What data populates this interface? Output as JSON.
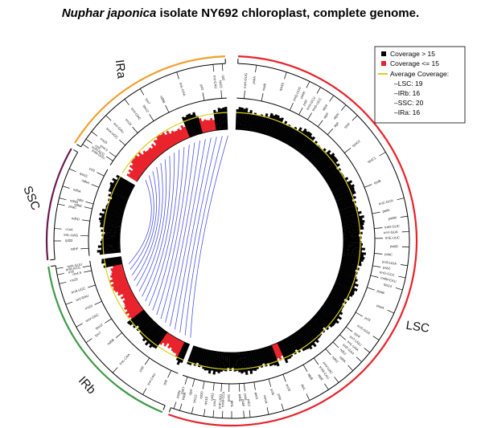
{
  "title": {
    "species": "Nuphar japonica",
    "rest": " isolate NY692 chloroplast, complete genome."
  },
  "regions": [
    {
      "name": "LSC",
      "start_deg": 2,
      "end_deg": 200,
      "color": "#e8212a"
    },
    {
      "name": "IRb",
      "start_deg": 202,
      "end_deg": 262,
      "color": "#3f9a47"
    },
    {
      "name": "SSC",
      "start_deg": 264,
      "end_deg": 300,
      "color": "#6b1a4e"
    },
    {
      "name": "IRa",
      "start_deg": 302,
      "end_deg": 358,
      "color": "#f0a030"
    }
  ],
  "legend": {
    "high_label": "Coverage > 15",
    "low_label": "Coverage <= 15",
    "avg_title": "Average Coverage:",
    "avg_items": [
      "–LSC: 19",
      "–IRb: 16",
      "–SSC: 20",
      "–IRa: 16"
    ],
    "colors": {
      "high": "#000000",
      "low": "#e8212a",
      "average": "#d8d020",
      "link": "#4a55e0"
    }
  },
  "genes": [
    {
      "name": "trnH-GUG",
      "deg": 5
    },
    {
      "name": "psbA",
      "deg": 8
    },
    {
      "name": "matK",
      "deg": 12
    },
    {
      "name": "rps16",
      "deg": 18
    },
    {
      "name": "trnQ-UUG",
      "deg": 24
    },
    {
      "name": "psbK",
      "deg": 26
    },
    {
      "name": "psbI",
      "deg": 28
    },
    {
      "name": "trnS-GCU",
      "deg": 30
    },
    {
      "name": "trnG-UCC",
      "deg": 32
    },
    {
      "name": "atpA",
      "deg": 35
    },
    {
      "name": "atpF",
      "deg": 37
    },
    {
      "name": "atpH",
      "deg": 40
    },
    {
      "name": "atpI",
      "deg": 42
    },
    {
      "name": "rps2",
      "deg": 45
    },
    {
      "name": "rpoC2",
      "deg": 52
    },
    {
      "name": "rpoC1",
      "deg": 60
    },
    {
      "name": "rpoB",
      "deg": 68
    },
    {
      "name": "trnC-GCA",
      "deg": 76
    },
    {
      "name": "petN",
      "deg": 79
    },
    {
      "name": "psbM",
      "deg": 82
    },
    {
      "name": "trnD-GUC",
      "deg": 85
    },
    {
      "name": "trnY-GUA",
      "deg": 87
    },
    {
      "name": "trnE-UUC",
      "deg": 89
    },
    {
      "name": "psbD",
      "deg": 92
    },
    {
      "name": "psbC",
      "deg": 95
    },
    {
      "name": "trnS-UGA",
      "deg": 98
    },
    {
      "name": "psbZ",
      "deg": 100
    },
    {
      "name": "trnG-GCC",
      "deg": 102
    },
    {
      "name": "trnfM-CAU",
      "deg": 104
    },
    {
      "name": "rps14",
      "deg": 106
    },
    {
      "name": "psaB",
      "deg": 109
    },
    {
      "name": "psaA",
      "deg": 114
    },
    {
      "name": "ycf3",
      "deg": 120
    },
    {
      "name": "trnS-GGA",
      "deg": 124
    },
    {
      "name": "rps4",
      "deg": 127
    },
    {
      "name": "trnT-UGU",
      "deg": 129
    },
    {
      "name": "trnL-UAA",
      "deg": 131
    },
    {
      "name": "trnF-GAA",
      "deg": 133
    },
    {
      "name": "ndhJ",
      "deg": 135
    },
    {
      "name": "ndhK",
      "deg": 137
    },
    {
      "name": "ndhC",
      "deg": 139
    },
    {
      "name": "trnV-UAC",
      "deg": 143
    },
    {
      "name": "trnM-CAU",
      "deg": 145
    },
    {
      "name": "atpE",
      "deg": 147
    },
    {
      "name": "atpB",
      "deg": 150
    },
    {
      "name": "rbcL",
      "deg": 154
    },
    {
      "name": "accD",
      "deg": 159
    },
    {
      "name": "psaI",
      "deg": 163
    },
    {
      "name": "ycf4",
      "deg": 165
    },
    {
      "name": "cemA",
      "deg": 168
    },
    {
      "name": "petA",
      "deg": 171
    },
    {
      "name": "psbJ",
      "deg": 174
    },
    {
      "name": "psbL",
      "deg": 175
    },
    {
      "name": "psbF",
      "deg": 176
    },
    {
      "name": "psbE",
      "deg": 177
    },
    {
      "name": "petL",
      "deg": 180
    },
    {
      "name": "petG",
      "deg": 181
    },
    {
      "name": "trnW-CCA",
      "deg": 183
    },
    {
      "name": "trnP-UGG",
      "deg": 184
    },
    {
      "name": "psaJ",
      "deg": 186
    },
    {
      "name": "rpl33",
      "deg": 187
    },
    {
      "name": "rps18",
      "deg": 189
    },
    {
      "name": "rpl20",
      "deg": 191
    },
    {
      "name": "rps12",
      "deg": 193
    },
    {
      "name": "clpP",
      "deg": 195
    },
    {
      "name": "psbB",
      "deg": 197
    },
    {
      "name": "psbT",
      "deg": 198
    },
    {
      "name": "psbN",
      "deg": 199
    },
    {
      "name": "rpl2",
      "deg": 205
    },
    {
      "name": "trnI-CAU",
      "deg": 210
    },
    {
      "name": "ycf2",
      "deg": 215
    },
    {
      "name": "trnL-CAA",
      "deg": 222
    },
    {
      "name": "ndhB",
      "deg": 230
    },
    {
      "name": "rps7",
      "deg": 235
    },
    {
      "name": "rps12",
      "deg": 237
    },
    {
      "name": "trnV-GAC",
      "deg": 241
    },
    {
      "name": "rrn16",
      "deg": 245
    },
    {
      "name": "trnI-GAU",
      "deg": 249
    },
    {
      "name": "trnA-UGC",
      "deg": 252
    },
    {
      "name": "rrn23",
      "deg": 256
    },
    {
      "name": "rrn4.5",
      "deg": 258
    },
    {
      "name": "rrn5",
      "deg": 259
    },
    {
      "name": "trnR-ACG",
      "deg": 260
    },
    {
      "name": "trnN-GUU",
      "deg": 261
    },
    {
      "name": "ndhF",
      "deg": 267
    },
    {
      "name": "rpl32",
      "deg": 270
    },
    {
      "name": "trnL-UAG",
      "deg": 272
    },
    {
      "name": "ccsA",
      "deg": 274
    },
    {
      "name": "ndhD",
      "deg": 278
    },
    {
      "name": "psaC",
      "deg": 282
    },
    {
      "name": "ndhE",
      "deg": 283
    },
    {
      "name": "ndhG",
      "deg": 284
    },
    {
      "name": "ndhI",
      "deg": 285
    },
    {
      "name": "ndhA",
      "deg": 288
    },
    {
      "name": "ndhH",
      "deg": 292
    },
    {
      "name": "rps15",
      "deg": 294
    },
    {
      "name": "ycf1",
      "deg": 297
    },
    {
      "name": "trnN-GUU",
      "deg": 303
    },
    {
      "name": "trnR-ACG",
      "deg": 304
    },
    {
      "name": "rrn5",
      "deg": 305
    },
    {
      "name": "rrn4.5",
      "deg": 306
    },
    {
      "name": "rrn23",
      "deg": 308
    },
    {
      "name": "trnA-UGC",
      "deg": 312
    },
    {
      "name": "trnI-GAU",
      "deg": 315
    },
    {
      "name": "rrn16",
      "deg": 319
    },
    {
      "name": "trnV-GAC",
      "deg": 323
    },
    {
      "name": "rps12",
      "deg": 327
    },
    {
      "name": "rps7",
      "deg": 329
    },
    {
      "name": "ndhB",
      "deg": 334
    },
    {
      "name": "trnL-CAA",
      "deg": 342
    },
    {
      "name": "ycf2",
      "deg": 349
    },
    {
      "name": "trnI-CAU",
      "deg": 354
    },
    {
      "name": "rpl23",
      "deg": 356
    },
    {
      "name": "rpl2",
      "deg": 357
    }
  ]
}
